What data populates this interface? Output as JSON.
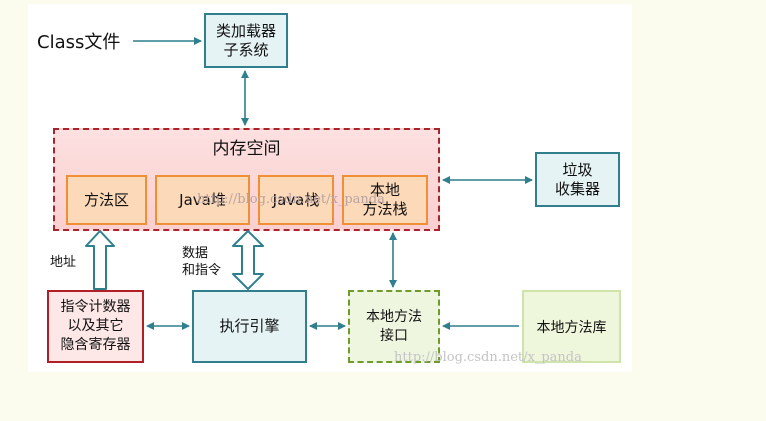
{
  "class_file": "Class文件",
  "class_loader": "类加载器\n子系统",
  "memory_space": {
    "title": "内存空间",
    "areas": [
      "方法区",
      "Java堆",
      "Java栈",
      "本地\n方法栈"
    ]
  },
  "gc": "垃圾\n收集器",
  "pc_registers": "指令计数器\n以及其它\n隐含寄存器",
  "execution_engine": "执行引擎",
  "native_interface": "本地方法\n接口",
  "native_library": "本地方法库",
  "label_address": "地址",
  "label_data_instructions": "数据\n和指令",
  "watermark_1": "http://blog.csdn.net/x_panda",
  "watermark_2": "http://blog.csdn.net/x_panda",
  "colors": {
    "teal": "#2f7f8c",
    "orange": "#ef8f36",
    "red": "#b01f26",
    "green": "#6f9a2c"
  }
}
